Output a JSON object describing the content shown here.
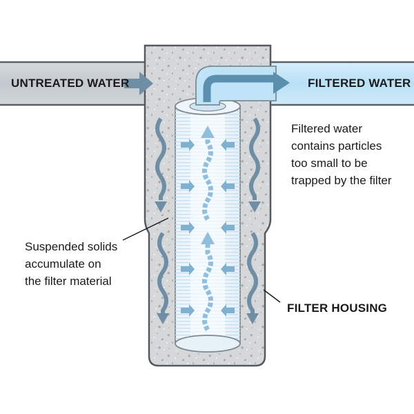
{
  "labels": {
    "inlet": "UNTREATED WATER",
    "outlet": "FILTERED WATER",
    "housing": "FILTER HOUSING"
  },
  "notes": {
    "filtered": [
      "Filtered water",
      "contains particles",
      "too small to be",
      "trapped by the filter"
    ],
    "solids": [
      "Suspended solids",
      "accumulate on",
      "the filter material"
    ]
  },
  "colors": {
    "concrete": "#d6d7d8",
    "concrete_speckle": "#a9acae",
    "inlet_water": "#c9ced3",
    "filtered_water": "#bfe3f7",
    "arrow_blue": "#5a8fae",
    "arrow_steel": "#6d8ea4",
    "filter_fill": "#e6f2fa",
    "outline": "#555a5e"
  }
}
